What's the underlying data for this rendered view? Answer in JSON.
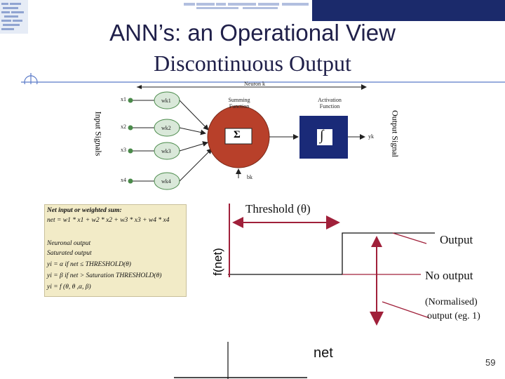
{
  "slide": {
    "title": "ANN’s: an Operational View",
    "subtitle": "Discontinuous Output",
    "page_number": "59"
  },
  "neuron_diagram": {
    "neuron_label": "Neuron k",
    "inputs": [
      "x1",
      "x2",
      "x3",
      "x4"
    ],
    "weights": [
      "wk1",
      "wk2",
      "wk3",
      "wk4"
    ],
    "summing_label": "Summing Function",
    "activation_label": "Activation Function",
    "sum_symbol": "Σ",
    "activation_symbol": "∫",
    "output_label": "yk",
    "bias_label": "bk",
    "input_signals": "Input Signals",
    "output_signal": "Output Signal"
  },
  "formulas": {
    "heading": "Net input or weighted sum:",
    "net": "net = w1 * x1 + w2 * x2 + w3 * x3 + w4 * x4",
    "neuronal_output": "Neuronal output",
    "saturated_output": "Saturated output",
    "rule1": "yi = α if net ≤ THRESHOLD(θ)",
    "rule2": "yi = β if net > Saturation THRESHOLD(θ)",
    "rule3": "yi = f (θ, θ ,α, β)"
  },
  "step_plot": {
    "threshold_label": "Threshold (θ)",
    "y_axis_label": "f(net)",
    "x_axis_label": "net",
    "output_label": "Output",
    "no_output_label": "No output",
    "normalised_label_1": "(Normalised)",
    "normalised_label_2": "output (eg. 1)"
  },
  "colors": {
    "title": "#20204a",
    "band": "#1b2a6b",
    "neuron": "#b8402a",
    "activation_box": "#1a2a78",
    "arrows": "#a0203a",
    "weight_node": "#4a8a4a",
    "formula_bg": "#f2ebc7"
  }
}
